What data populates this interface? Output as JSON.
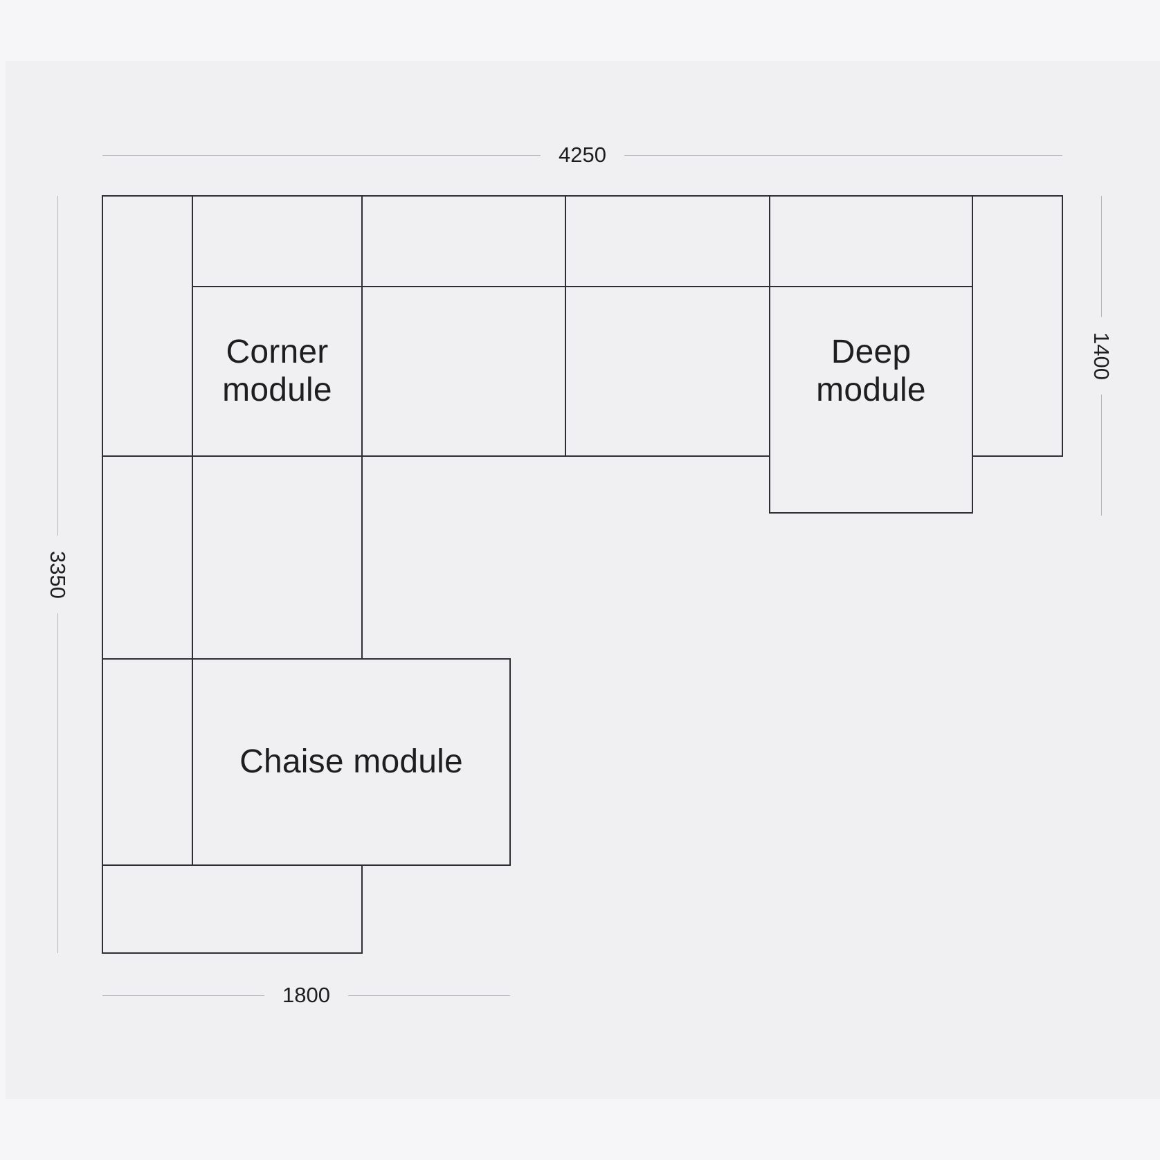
{
  "page": {
    "background": "#f6f6f8",
    "canvas_background": "#f0f0f2"
  },
  "diagram": {
    "modules": [
      {
        "id": "corner",
        "label": "Corner module"
      },
      {
        "id": "deep",
        "label": "Deep module"
      },
      {
        "id": "chaise",
        "label": "Chaise module"
      }
    ],
    "dimensions": {
      "overall_width": "4250",
      "right_depth": "1400",
      "left_depth": "3350",
      "chaise_width": "1800"
    },
    "colors": {
      "outline": "#2f2f33",
      "dimension_line": "#b6b6bb",
      "text": "#1e1e20"
    }
  }
}
